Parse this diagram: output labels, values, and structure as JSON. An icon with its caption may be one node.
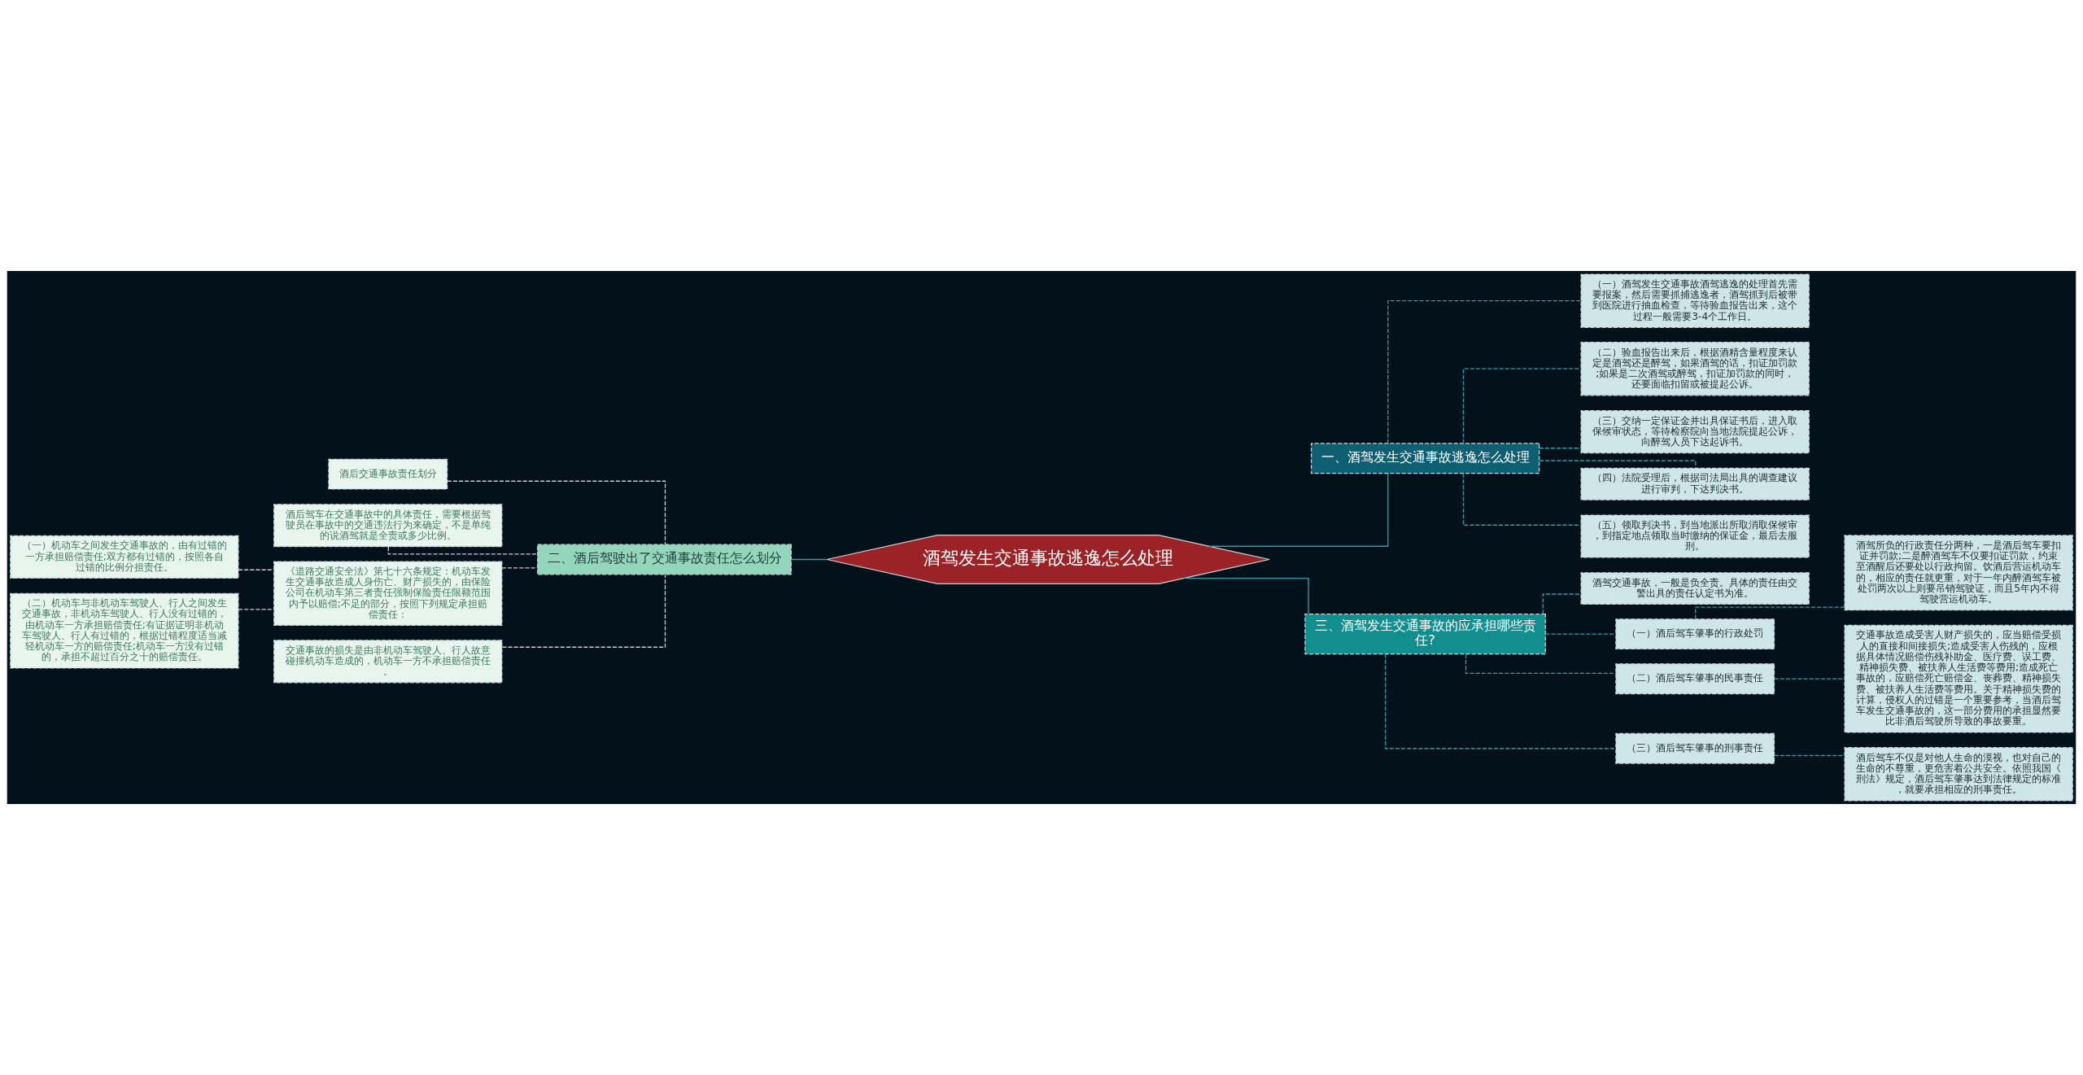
{
  "diagram": {
    "nodes": [
      {
        "text": [
          "酒驾发生交通事故逃逸怎么处理"
        ]
      },
      {
        "text": [
          "一、酒驾发生交通事故逃逸怎么处理"
        ]
      },
      {
        "text": [
          "（一）酒驾发生交通事故酒驾逃逸的处理首先需要报案，然后需要抓捕逃逸者，酒驾抓到后被带到医院进行抽血检查，等待验血报告出来，这个过程一般需要3-4个工作日。"
        ]
      },
      {
        "text": [
          "（二）验血报告出来后，根据酒精含量程度来认定是酒驾还是醉驾，如果酒驾的话，扣证加罚款;如果是二次酒驾或醉驾，扣证加罚款的同时，还要面临扣留或被提起公诉。"
        ]
      },
      {
        "text": [
          "（三）交纳一定保证金并出具保证书后，进入取保候审状态，等待检察院向当地法院提起公诉，向醉驾人员下达起诉书。"
        ]
      },
      {
        "text": [
          "（四）法院受理后，根据司法局出具的调查建议进行审判，下达判决书。"
        ]
      },
      {
        "text": [
          "（五）领取判决书，到当地派出所取消取保候审，到指定地点领取当时缴纳的保证金，最后去服刑。"
        ]
      },
      {
        "text": [
          "三、酒驾发生交通事故的应承担哪些责任?"
        ]
      },
      {
        "text": [
          "酒驾交通事故，一般是负全责。具体的责任由交警出具的责任认定书为准。"
        ]
      },
      {
        "text": [
          "（一）酒后驾车肇事的行政处罚"
        ]
      },
      {
        "text": [
          "酒驾所负的行政责任分两种，一是酒后驾车要扣证并罚款;二是醉酒驾车不仅要扣证罚款，约束至酒醒后还要处以行政拘留。饮酒后营运机动车的，相应的责任就更重，对于一年内醉酒驾车被处罚两次以上则要吊销驾驶证，而且5年内不得驾驶营运机动车。"
        ]
      },
      {
        "text": [
          "（二）酒后驾车肇事的民事责任"
        ]
      },
      {
        "text": [
          "交通事故造成受害人财产损失的，应当赔偿受损人的直接和间接损失;造成受害人伤残的，应根据具体情况赔偿伤残补助金、医疗费、误工费、精神损失费、被扶养人生活费等费用;造成死亡事故的，应赔偿死亡赔偿金、丧葬费、精神损失费、被扶养人生活费等费用。关于精神损失费的计算，侵权人的过错是一个重要参考，当酒后驾车发生交通事故的，这一部分费用的承担显然要比非酒后驾驶所导致的事故要重。"
        ]
      },
      {
        "text": [
          "（三）酒后驾车肇事的刑事责任"
        ]
      },
      {
        "text": [
          "酒后驾车不仅是对他人生命的漠视，也对自己的生命的不尊重，更危害着公共安全。依照我国《刑法》规定，酒后驾车肇事达到法律规定的标准，就要承担相应的刑事责任。"
        ]
      },
      {
        "text": [
          "二、酒后驾驶出了交通事故责任怎么划分"
        ]
      },
      {
        "text": [
          "酒后交通事故责任划分"
        ]
      },
      {
        "text": [
          "酒后驾车在交通事故中的具体责任，需要根据驾驶员在事故中的交通违法行为来确定，不是单纯的说酒驾就是全责或多少比例。"
        ]
      },
      {
        "text": [
          "《道路交通安全法》第七十六条规定：机动车发生交通事故造成人身伤亡、财产损失的，由保险公司在机动车第三者责任强制保险责任限额范围内予以赔偿;不足的部分，按照下列规定承担赔偿责任："
        ]
      },
      {
        "text": [
          "（一）机动车之间发生交通事故的，由有过错的一方承担赔偿责任;双方都有过错的，按照各自过错的比例分担责任。"
        ]
      },
      {
        "text": [
          "（二）机动车与非机动车驾驶人、行人之间发生交通事故，非机动车驾驶人、行人没有过错的，由机动车一方承担赔偿责任;有证据证明非机动车驾驶人、行人有过错的，根据过错程度适当减轻机动车一方的赔偿责任;机动车一方没有过错的，承担不超过百分之十的赔偿责任。"
        ]
      },
      {
        "text": [
          "交通事故的损失是由非机动车驾驶人、行人故意碰撞机动车造成的，机动车一方不承担赔偿责任。"
        ]
      }
    ],
    "edges": [
      {
        "from": 0,
        "to": 1,
        "arrow": "none"
      },
      {
        "from": 1,
        "to": 2,
        "arrow": "none",
        "style": "dashed"
      },
      {
        "from": 1,
        "to": 3,
        "arrow": "none",
        "style": "dashed"
      },
      {
        "from": 1,
        "to": 4,
        "arrow": "none",
        "style": "dashed"
      },
      {
        "from": 1,
        "to": 5,
        "arrow": "none",
        "style": "dashed"
      },
      {
        "from": 1,
        "to": 6,
        "arrow": "none",
        "style": "dashed"
      },
      {
        "from": 0,
        "to": 7,
        "arrow": "none"
      },
      {
        "from": 7,
        "to": 8,
        "arrow": "none",
        "style": "dashed"
      },
      {
        "from": 7,
        "to": 9,
        "arrow": "none",
        "style": "dashed"
      },
      {
        "from": 9,
        "to": 10,
        "arrow": "none",
        "style": "dashed"
      },
      {
        "from": 7,
        "to": 11,
        "arrow": "none",
        "style": "dashed"
      },
      {
        "from": 11,
        "to": 12,
        "arrow": "none",
        "style": "dashed"
      },
      {
        "from": 7,
        "to": 13,
        "arrow": "none",
        "style": "dashed"
      },
      {
        "from": 13,
        "to": 14,
        "arrow": "none",
        "style": "dashed"
      },
      {
        "from": 0,
        "to": 15,
        "arrow": "none"
      },
      {
        "from": 15,
        "to": 16,
        "arrow": "none",
        "style": "dashed",
        "color": "#c8d0d0"
      },
      {
        "from": 15,
        "to": 17,
        "arrow": "none",
        "style": "dashed",
        "color": "#c8d0d0"
      },
      {
        "from": 15,
        "to": 18,
        "arrow": "none",
        "style": "dashed",
        "color": "#c8d0d0"
      },
      {
        "from": 18,
        "to": 19,
        "arrow": "none",
        "style": "dashed",
        "color": "#c8d0d0"
      },
      {
        "from": 18,
        "to": 20,
        "arrow": "none",
        "style": "dashed",
        "color": "#c8d0d0"
      },
      {
        "from": 15,
        "to": 21,
        "arrow": "none",
        "style": "dashed",
        "color": "#c8d0d0"
      }
    ]
  }
}
